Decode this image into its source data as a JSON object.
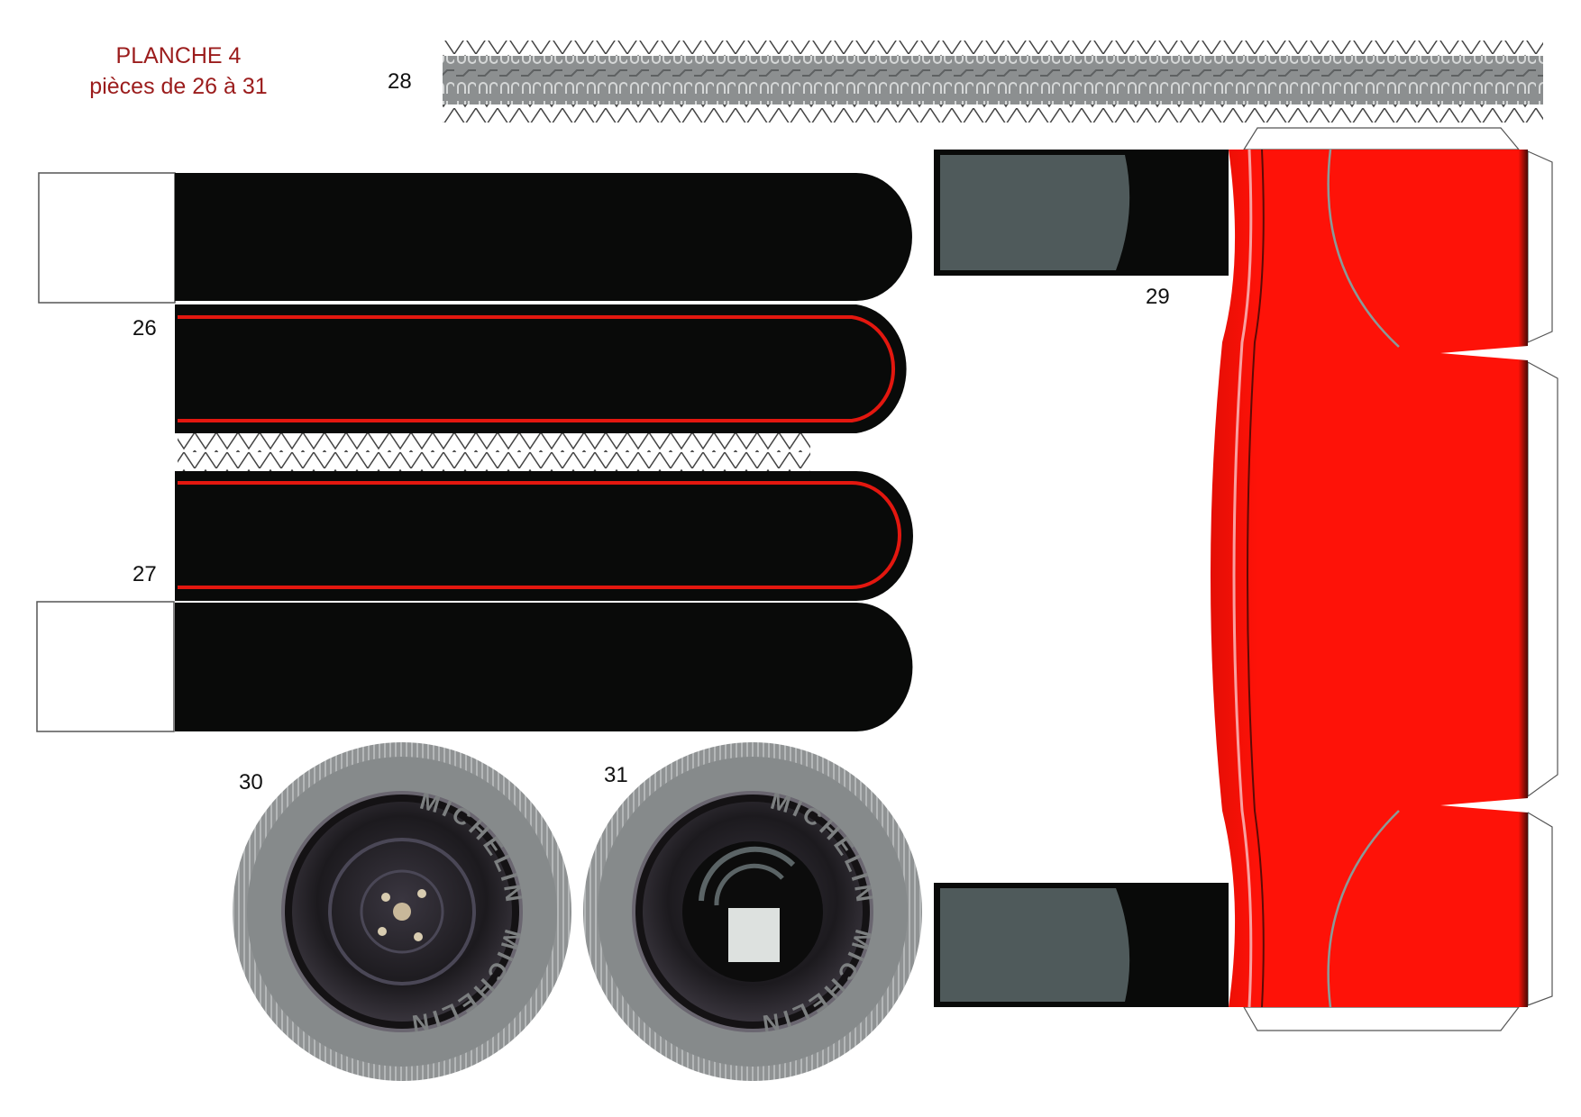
{
  "sheet": {
    "title": "PLANCHE 4",
    "subtitle": "pièces de 26 à 31"
  },
  "pieces": {
    "p26": "26",
    "p27": "27",
    "p28": "28",
    "p29": "29",
    "p30": "30",
    "p31": "31"
  },
  "tyre_brand": "MICHELIN",
  "colors": {
    "title": "#9b1c1c",
    "body_red": "#fe1208",
    "black": "#090a09",
    "window_gray": "#4f5a5b",
    "tyre_gray": "#8a8d8e"
  }
}
